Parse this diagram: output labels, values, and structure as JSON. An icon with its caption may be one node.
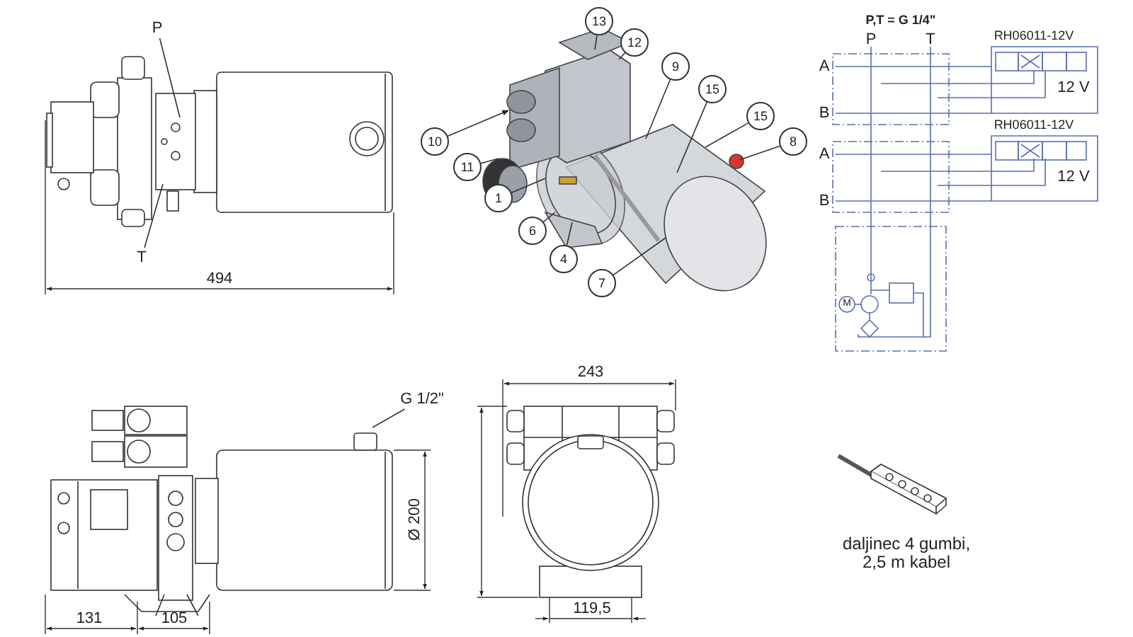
{
  "diagram": {
    "nodes": [
      {
        "text": [
          "P"
        ]
      },
      {
        "text": [
          "T"
        ]
      },
      {
        "text": [
          "13"
        ]
      },
      {
        "text": [
          "12"
        ]
      },
      {
        "text": [
          "9"
        ]
      },
      {
        "text": [
          "15"
        ]
      },
      {
        "text": [
          "15"
        ]
      },
      {
        "text": [
          "8"
        ]
      },
      {
        "text": [
          "10"
        ]
      },
      {
        "text": [
          "11"
        ]
      },
      {
        "text": [
          "1"
        ]
      },
      {
        "text": [
          "6"
        ]
      },
      {
        "text": [
          "4"
        ]
      },
      {
        "text": [
          "7"
        ]
      },
      {
        "text": [
          "G 1/2\""
        ]
      }
    ],
    "edges": [
      {
        "from": 0,
        "to": null,
        "arrow": "none"
      },
      {
        "from": 1,
        "to": null,
        "arrow": "none"
      },
      {
        "from": 2,
        "to": null,
        "arrow": "none"
      },
      {
        "from": 3,
        "to": null,
        "arrow": "none"
      },
      {
        "from": 4,
        "to": null,
        "arrow": "none"
      },
      {
        "from": 5,
        "to": null,
        "arrow": "none"
      },
      {
        "from": 6,
        "to": null,
        "arrow": "none"
      },
      {
        "from": 7,
        "to": null,
        "arrow": "none"
      },
      {
        "from": 8,
        "to": null,
        "arrow": "to"
      },
      {
        "from": 9,
        "to": null,
        "arrow": "none"
      },
      {
        "from": 10,
        "to": null,
        "arrow": "none"
      },
      {
        "from": 11,
        "to": null,
        "arrow": "none"
      },
      {
        "from": 12,
        "to": null,
        "arrow": "none"
      },
      {
        "from": 13,
        "to": null,
        "arrow": "none"
      },
      {
        "from": 14,
        "to": null,
        "arrow": "none"
      }
    ],
    "labels": [
      "P,T = G 1/4\"",
      "P",
      "T",
      "RH06011-12V",
      "A",
      "12 V",
      "B",
      "RH06011-12V",
      "A",
      "12 V",
      "B",
      "M",
      "494",
      "243",
      "Ø 200",
      "daljinec 4 gumbi, 2,5 m kabel",
      "131",
      "105",
      "119,5"
    ]
  }
}
